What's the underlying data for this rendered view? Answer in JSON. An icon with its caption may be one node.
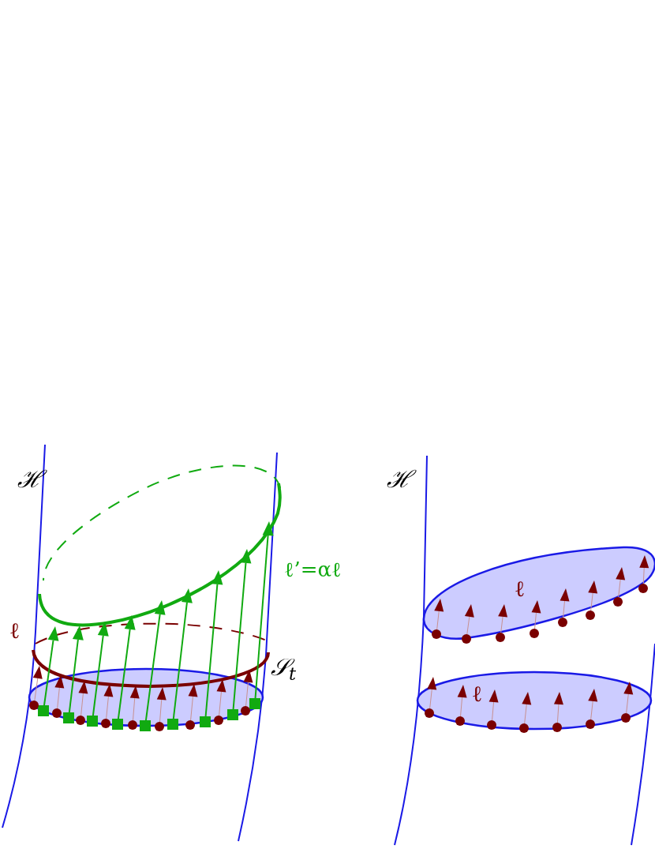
{
  "diagram": {
    "labels": [
      "ℋ",
      "ℓ’=αℓ",
      "ℓ",
      "𝒮$_{t}$",
      "ℋ",
      "ℓ",
      "ℓ"
    ]
  }
}
